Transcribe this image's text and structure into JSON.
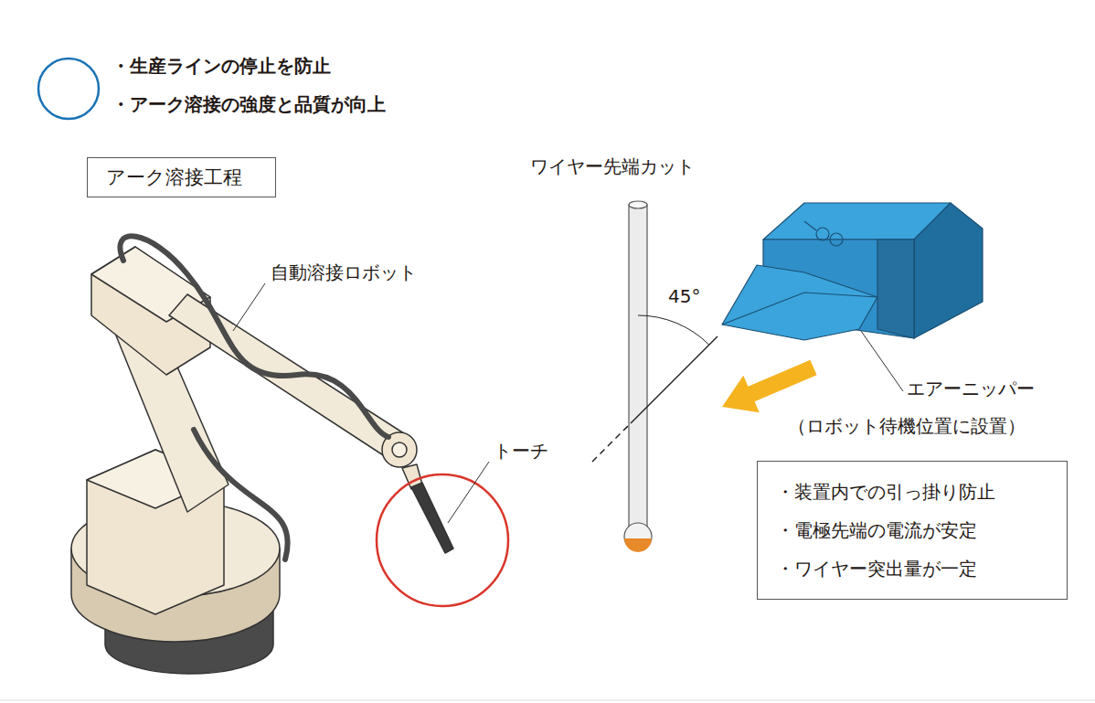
{
  "diagram": {
    "nodes": [
      {
        "text": [
          "アーク溶接工程"
        ]
      },
      {
        "text": [
          "・装置内での引っ掛り防止",
          "・電極先端の電流が安定",
          "・ワイヤー突出量が一定"
        ]
      }
    ],
    "labels": [
      "・生産ラインの停止を防止",
      "・アーク溶接の強度と品質が向上",
      "ワイヤー先端カット",
      "自動溶接ロボット",
      "45°",
      "エアーニッパー",
      "（ロボット待機位置に設置）",
      "トーチ"
    ]
  }
}
